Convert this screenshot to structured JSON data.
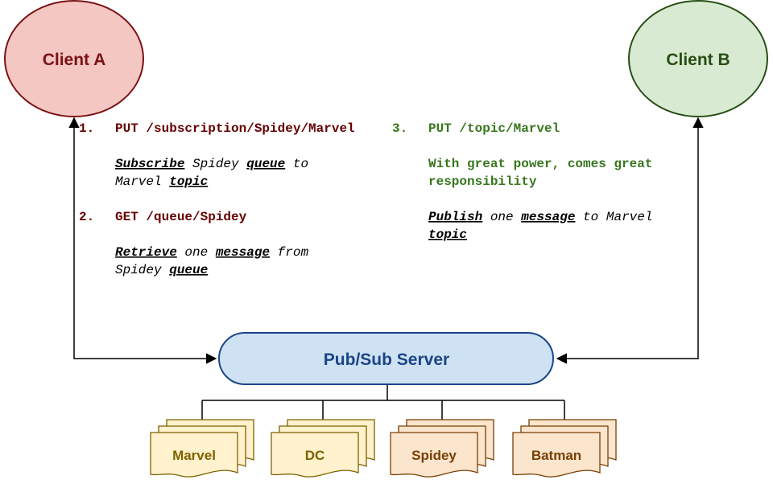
{
  "clients": {
    "a": {
      "label": "Client A",
      "fill": "#f4c7c3",
      "stroke": "#7b1113",
      "text_color": "#7b1113"
    },
    "b": {
      "label": "Client B",
      "fill": "#d9ead3",
      "stroke": "#274e13",
      "text_color": "#274e13"
    }
  },
  "server": {
    "label": "Pub/Sub Server",
    "fill": "#cfe2f3",
    "stroke": "#1c4587",
    "text_color": "#1c4587"
  },
  "client_a_steps": [
    {
      "number": "1.",
      "request": "PUT /subscription/Spidey/Marvel",
      "desc_line1": [
        {
          "text": "Subscribe",
          "em": true
        },
        {
          "text": " Spidey ",
          "em": false
        },
        {
          "text": "queue",
          "em": true
        },
        {
          "text": " to",
          "em": false
        }
      ],
      "desc_line2": [
        {
          "text": "Marvel ",
          "em": false
        },
        {
          "text": "topic",
          "em": true
        }
      ]
    },
    {
      "number": "2.",
      "request": "GET /queue/Spidey",
      "desc_line1": [
        {
          "text": "Retrieve",
          "em": true
        },
        {
          "text": " one ",
          "em": false
        },
        {
          "text": "message",
          "em": true
        },
        {
          "text": " from",
          "em": false
        }
      ],
      "desc_line2": [
        {
          "text": "Spidey ",
          "em": false
        },
        {
          "text": "queue",
          "em": true
        }
      ]
    }
  ],
  "client_b_step": {
    "number": "3.",
    "request": "PUT /topic/Marvel",
    "body_line1": "With great power, comes great",
    "body_line2": "responsibility",
    "desc_line1": [
      {
        "text": "Publish",
        "em": true
      },
      {
        "text": " one ",
        "em": false
      },
      {
        "text": "message",
        "em": true
      },
      {
        "text": " to Marvel",
        "em": false
      }
    ],
    "desc_line2": [
      {
        "text": "topic",
        "em": true
      }
    ]
  },
  "colors": {
    "step_a": "#660000",
    "step_b": "#38761d",
    "desc": "#000000"
  },
  "stores": [
    {
      "label": "Marvel",
      "kind": "topic",
      "fill": "#fff2cc",
      "stroke": "#7f6000",
      "text_color": "#7f6000"
    },
    {
      "label": "DC",
      "kind": "topic",
      "fill": "#fff2cc",
      "stroke": "#7f6000",
      "text_color": "#7f6000"
    },
    {
      "label": "Spidey",
      "kind": "queue",
      "fill": "#fce5cd",
      "stroke": "#783f04",
      "text_color": "#783f04"
    },
    {
      "label": "Batman",
      "kind": "queue",
      "fill": "#fce5cd",
      "stroke": "#783f04",
      "text_color": "#783f04"
    }
  ]
}
